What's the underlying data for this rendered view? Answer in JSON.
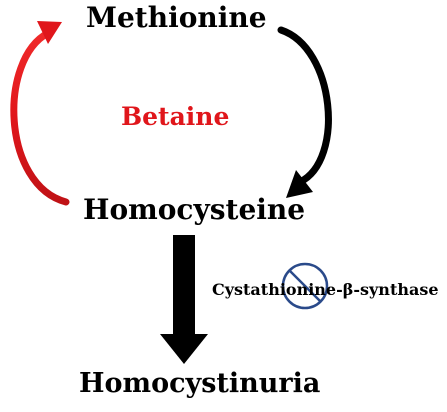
{
  "diagram": {
    "nodes": {
      "methionine": "Methionine",
      "betaine": "Betaine",
      "homocysteine": "Homocysteine",
      "enzyme": "Cystathionine-β-synthase",
      "homocystinuria": "Homocystinuria"
    },
    "colors": {
      "text": "#000000",
      "betaine": "#e0161b",
      "remethylation_arrow": "#e0161b",
      "forward_arrow": "#000000",
      "inhibition_symbol": "#2a4a8a"
    },
    "icons": {
      "blocked_enzyme": "prohibition-icon"
    }
  }
}
